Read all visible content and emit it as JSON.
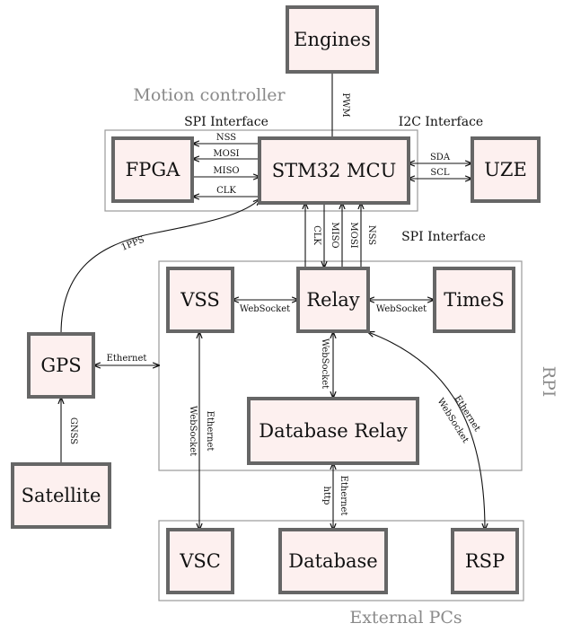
{
  "colors": {
    "box_fill": "#fdf0ef",
    "box_border": "#666666",
    "frame": "#9a9a9a",
    "group_label": "#8a8a8a"
  },
  "groups": {
    "motion_controller": "Motion controller",
    "rpi": "RPI",
    "external_pcs": "External PCs"
  },
  "interfaces": {
    "spi_top": "SPI Interface",
    "i2c": "I2C Interface",
    "spi_side": "SPI Interface"
  },
  "nodes": {
    "engines": "Engines",
    "fpga": "FPGA",
    "stm32": "STM32 MCU",
    "uze": "UZE",
    "vss": "VSS",
    "relay": "Relay",
    "times": "TimeS",
    "gps": "GPS",
    "database_relay": "Database Relay",
    "satellite": "Satellite",
    "vsc": "VSC",
    "database": "Database",
    "rsp": "RSP"
  },
  "links": {
    "pwm": "PWM",
    "nss": "NSS",
    "mosi": "MOSI",
    "miso": "MISO",
    "clk": "CLK",
    "sda": "SDA",
    "scl": "SCL",
    "clk_v": "CLK",
    "miso_v": "MISO",
    "mosi_v": "MOSI",
    "nss_v": "NSS",
    "pps": "1PPS",
    "websocket_vss": "WebSocket",
    "websocket_times": "WebSocket",
    "websocket_db": "WebSocket",
    "ethernet_gps": "Ethernet",
    "gnss": "GNSS",
    "ethernet_vsc": "Ethernet",
    "websocket_vsc": "WebSocket",
    "ethernet_db": "Ethernet",
    "http_db": "http",
    "ethernet_rsp": "Ethernet",
    "websocket_rsp": "WebSocket"
  }
}
